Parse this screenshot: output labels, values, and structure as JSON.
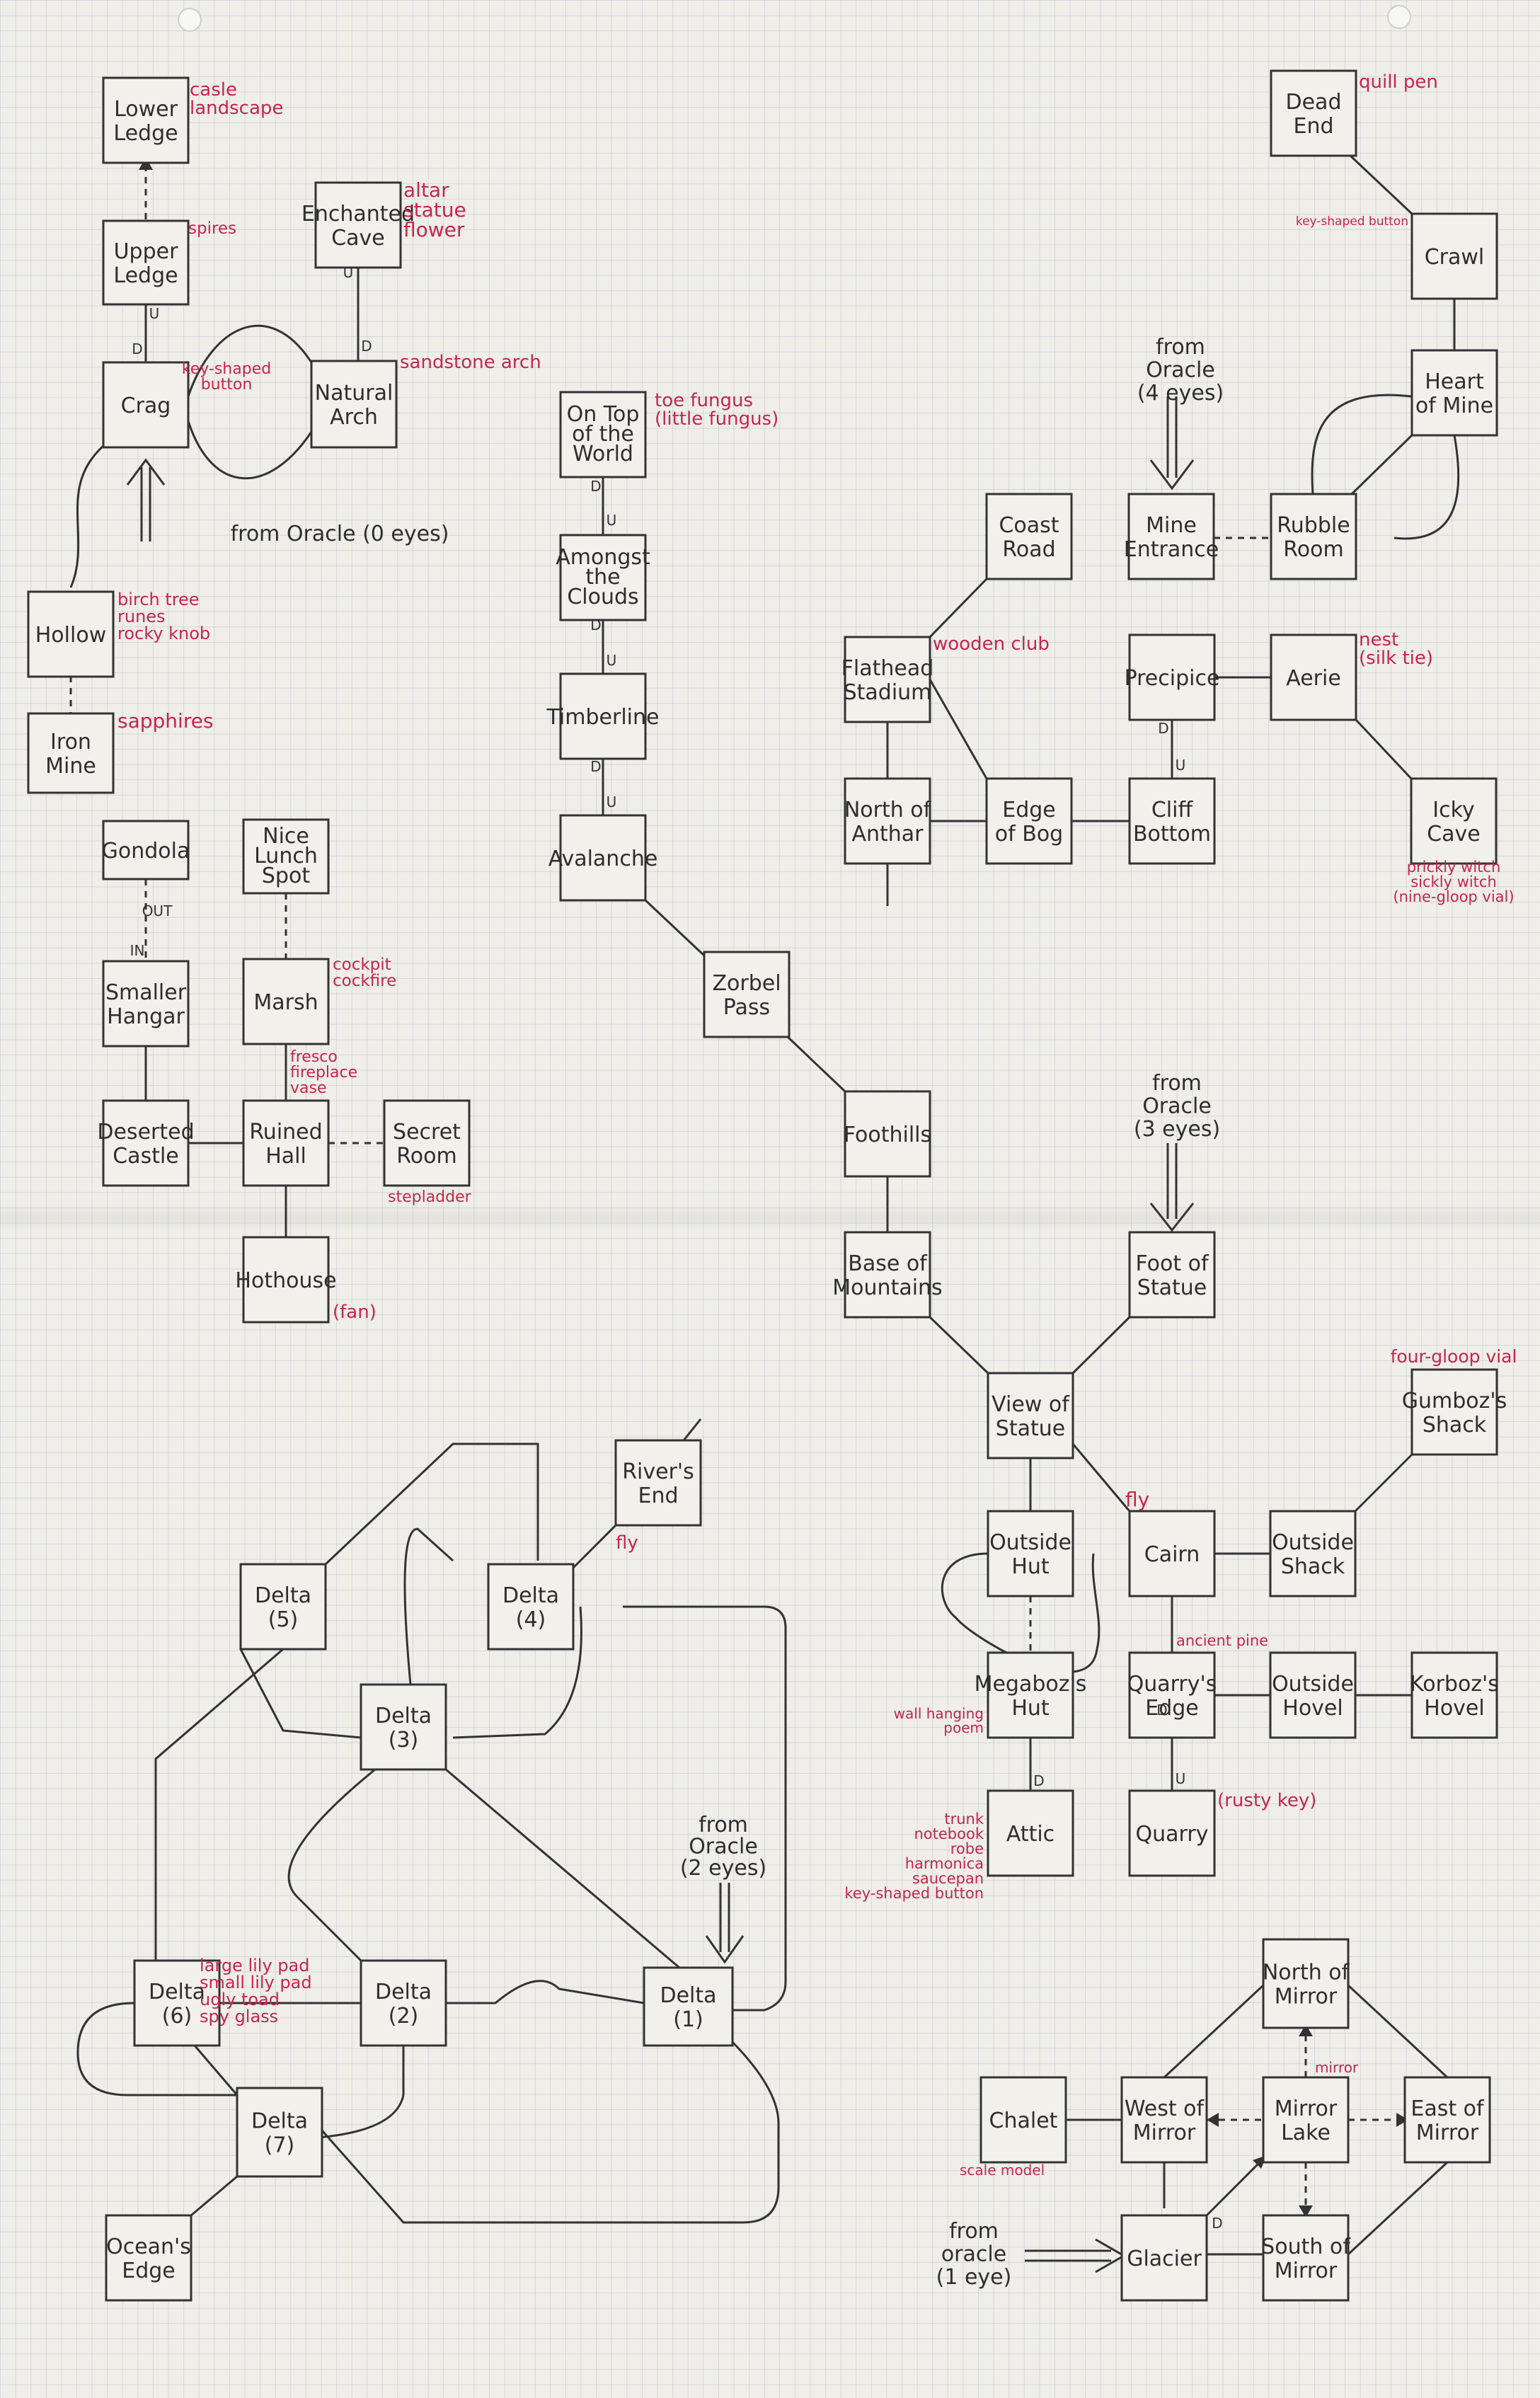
{
  "rooms": {
    "lower_ledge": [
      "Lower",
      "Ledge"
    ],
    "upper_ledge": [
      "Upper",
      "Ledge"
    ],
    "crag": [
      "Crag"
    ],
    "enchanted_cave": [
      "Enchanted",
      "Cave"
    ],
    "natural_arch": [
      "Natural",
      "Arch"
    ],
    "hollow": [
      "Hollow"
    ],
    "iron_mine": [
      "Iron",
      "Mine"
    ],
    "gondola": [
      "Gondola"
    ],
    "smaller_hangar": [
      "Smaller",
      "Hangar"
    ],
    "nice_lunch_spot": [
      "Nice",
      "Lunch",
      "Spot"
    ],
    "marsh": [
      "Marsh"
    ],
    "deserted_castle": [
      "Deserted",
      "Castle"
    ],
    "ruined_hall": [
      "Ruined",
      "Hall"
    ],
    "secret_room": [
      "Secret",
      "Room"
    ],
    "hothouse": [
      "Hothouse"
    ],
    "on_top_of_world": [
      "On Top",
      "of the",
      "World"
    ],
    "amongst_clouds": [
      "Amongst",
      "the",
      "Clouds"
    ],
    "timberline": [
      "Timberline"
    ],
    "avalanche": [
      "Avalanche"
    ],
    "zorbel_pass": [
      "Zorbel",
      "Pass"
    ],
    "foothills": [
      "Foothills"
    ],
    "base_of_mountains": [
      "Base of",
      "Mountains"
    ],
    "foot_of_statue": [
      "Foot of",
      "Statue"
    ],
    "view_of_statue": [
      "View of",
      "Statue"
    ],
    "dead_end": [
      "Dead",
      "End"
    ],
    "crawl": [
      "Crawl"
    ],
    "heart_of_mine": [
      "Heart",
      "of Mine"
    ],
    "coast_road": [
      "Coast",
      "Road"
    ],
    "mine_entrance": [
      "Mine",
      "Entrance"
    ],
    "rubble_room": [
      "Rubble",
      "Room"
    ],
    "flathead_stadium": [
      "Flathead",
      "Stadium"
    ],
    "precipice": [
      "Precipice"
    ],
    "aerie": [
      "Aerie"
    ],
    "north_of_anthar": [
      "North of",
      "Anthar"
    ],
    "edge_of_bog": [
      "Edge",
      "of Bog"
    ],
    "cliff_bottom": [
      "Cliff",
      "Bottom"
    ],
    "icky_cave": [
      "Icky",
      "Cave"
    ],
    "gumboz_shack": [
      "Gumboz's",
      "Shack"
    ],
    "outside_hut": [
      "Outside",
      "Hut"
    ],
    "cairn": [
      "Cairn"
    ],
    "outside_shack": [
      "Outside",
      "Shack"
    ],
    "megaboz_hut": [
      "Megaboz's",
      "Hut"
    ],
    "quarrys_edge": [
      "Quarry's",
      "Edge"
    ],
    "outside_hovel": [
      "Outside",
      "Hovel"
    ],
    "korboz_hovel": [
      "Korboz's",
      "Hovel"
    ],
    "attic": [
      "Attic"
    ],
    "quarry": [
      "Quarry"
    ],
    "rivers_end": [
      "River's",
      "End"
    ],
    "delta_5": [
      "Delta",
      "(5)"
    ],
    "delta_4": [
      "Delta",
      "(4)"
    ],
    "delta_3": [
      "Delta",
      "(3)"
    ],
    "delta_6": [
      "Delta",
      "(6)"
    ],
    "delta_2": [
      "Delta",
      "(2)"
    ],
    "delta_1": [
      "Delta",
      "(1)"
    ],
    "delta_7": [
      "Delta",
      "(7)"
    ],
    "oceans_edge": [
      "Ocean's",
      "Edge"
    ],
    "north_of_mirror": [
      "North of",
      "Mirror"
    ],
    "chalet": [
      "Chalet"
    ],
    "west_of_mirror": [
      "West of",
      "Mirror"
    ],
    "mirror_lake": [
      "Mirror",
      "Lake"
    ],
    "east_of_mirror": [
      "East of",
      "Mirror"
    ],
    "glacier": [
      "Glacier"
    ],
    "south_of_mirror": [
      "South of",
      "Mirror"
    ]
  },
  "notes": {
    "lower_ledge": [
      "casle",
      "landscape"
    ],
    "upper_ledge": [
      "spires"
    ],
    "enchanted_cave": [
      "altar",
      "statue",
      "flower"
    ],
    "crag": [
      "key-shaped",
      "button"
    ],
    "natural_arch": [
      "sandstone arch"
    ],
    "hollow": [
      "birch tree",
      "runes",
      "rocky knob"
    ],
    "iron_mine": [
      "sapphires"
    ],
    "marsh": [
      "cockpit",
      "cockfire"
    ],
    "ruined_hall": [
      "fresco",
      "fireplace",
      "vase"
    ],
    "secret_room": [
      "stepladder"
    ],
    "hothouse": [
      "(fan)"
    ],
    "on_top_of_world": [
      "toe fungus",
      "(little fungus)"
    ],
    "dead_end": [
      "quill pen"
    ],
    "crawl": [
      "key-shaped button"
    ],
    "flathead_stadium": [
      "wooden club"
    ],
    "aerie": [
      "nest",
      "(silk tie)"
    ],
    "icky_cave": [
      "prickly witch",
      "sickly witch",
      "(nine-gloop vial)"
    ],
    "gumboz_shack": [
      "four-gloop vial"
    ],
    "cairn": [
      "fly"
    ],
    "quarrys_edge": [
      "ancient pine"
    ],
    "megaboz_hut": [
      "wall hanging",
      "poem"
    ],
    "attic": [
      "trunk",
      "notebook",
      "robe",
      "harmonica",
      "saucepan",
      "key-shaped button"
    ],
    "quarry": [
      "(rusty key)"
    ],
    "rivers_end": [
      "fly"
    ],
    "delta_6": [
      "large lily pad",
      "small lily pad",
      "ugly toad",
      "spy glass"
    ],
    "chalet": [
      "scale model"
    ],
    "north_of_mirror": [
      "mirror"
    ]
  },
  "labels": {
    "from_oracle_0": [
      "from  Oracle  (0 eyes)"
    ],
    "from_oracle_4": [
      "from",
      "Oracle",
      "(4 eyes)"
    ],
    "from_oracle_3": [
      "from",
      "Oracle",
      "(3 eyes)"
    ],
    "from_oracle_2": [
      "from",
      "Oracle",
      "(2 eyes)"
    ],
    "from_oracle_1": [
      "from",
      "oracle",
      "(1 eye)"
    ]
  },
  "tags": {
    "d1": "D",
    "d2": "U",
    "d3": "U",
    "d4": "D",
    "d5": "OUT",
    "d6": "IN",
    "d7": "D",
    "d8": "U",
    "d9": "D",
    "d10": "U",
    "d11": "D",
    "d12": "U",
    "d13": "D",
    "d14": "U",
    "d15": "D",
    "d16": "D",
    "d17": "U",
    "d18": "D"
  },
  "colors": {
    "ink": "#333333",
    "annotation_red": "#c6264b",
    "paper": "#efeee9",
    "grid": "#96a5b9"
  }
}
